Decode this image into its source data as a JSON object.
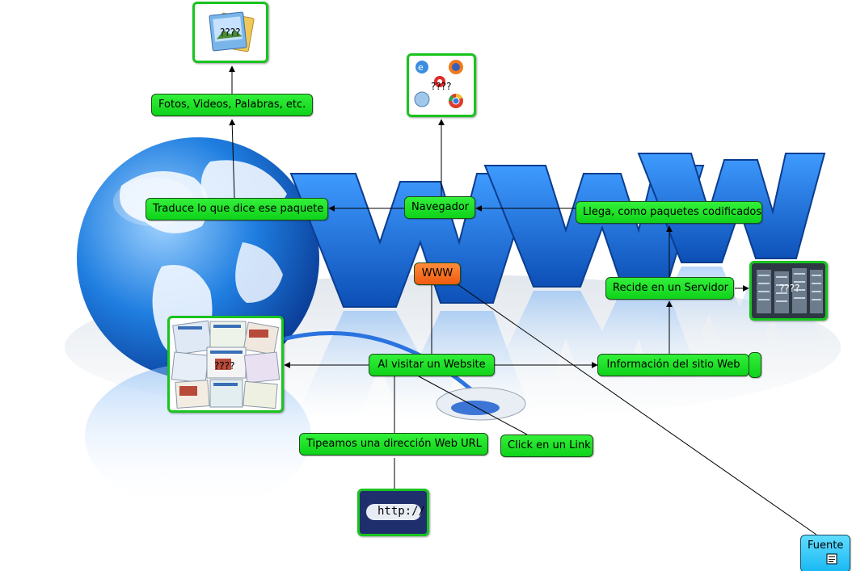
{
  "nodes": {
    "fotos": "Fotos, Videos, Palabras, etc.",
    "traduce": "Traduce lo que dice ese paquete",
    "navegador": "Navegador",
    "llega": "Llega, como paquetes codificados",
    "www": "WWW",
    "recide": "Recide en un Servidor",
    "visitar": "Al visitar un Website",
    "informacion": "Información del sitio Web",
    "tipeamos": "Tipeamos una dirección Web URL",
    "click": "Click en un Link",
    "fuente": "Fuente"
  },
  "images": {
    "photos": {
      "icon": "photos-icon",
      "label": "????"
    },
    "browsers": {
      "icon": "browser-logos-icon",
      "label": "????"
    },
    "servers": {
      "icon": "server-rack-icon",
      "label": "????"
    },
    "websites": {
      "icon": "website-screenshots-icon",
      "label": "????"
    },
    "http": {
      "icon": "http-bar-icon",
      "label": "http://"
    }
  },
  "background": {
    "art": "www-globe-illustration",
    "text": "WWW"
  },
  "colors": {
    "node_green": "#1de024",
    "node_orange": "#f06a1e",
    "node_blue": "#2ec6f5",
    "frame_green": "#19c41f",
    "www_blue": "#1e6fd2"
  }
}
